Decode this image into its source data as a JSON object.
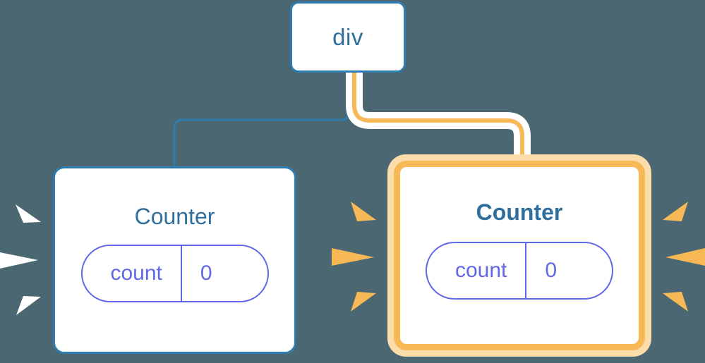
{
  "diagram": {
    "title": "react-component-tree-rerender",
    "background_color": "#4b6872",
    "nodes": [
      {
        "id": "div",
        "label": "div",
        "type": "element-node",
        "highlighted": false,
        "border_color": "#2f7cb0",
        "text_color": "#2f6f9e"
      },
      {
        "id": "counter-left",
        "label": "Counter",
        "type": "component-node",
        "highlighted": false,
        "border_color": "#2f7cb0",
        "text_color": "#2f6f9e",
        "state": {
          "name": "count",
          "value": "0",
          "color": "#6167e6"
        },
        "sparkle_color": "#ffffff"
      },
      {
        "id": "counter-right",
        "label": "Counter",
        "type": "component-node",
        "highlighted": true,
        "border_color": "#f7b955",
        "glow_color": "#fbdcab",
        "text_color": "#2f6f9e",
        "state": {
          "name": "count",
          "value": "0",
          "color": "#6167e6"
        },
        "sparkle_color": "#f7b955"
      }
    ],
    "edges": [
      {
        "id": "div-to-counter-left",
        "from": "div",
        "to": "counter-left",
        "color": "#2f7cb0",
        "highlighted": false
      },
      {
        "id": "div-to-counter-right",
        "from": "div",
        "to": "counter-right",
        "color": "#f7b955",
        "halo_color": "#ffffff",
        "highlighted": true
      }
    ],
    "sparkles": {
      "left_node_rays": 3,
      "right_node_rays_each_side": 3
    }
  }
}
